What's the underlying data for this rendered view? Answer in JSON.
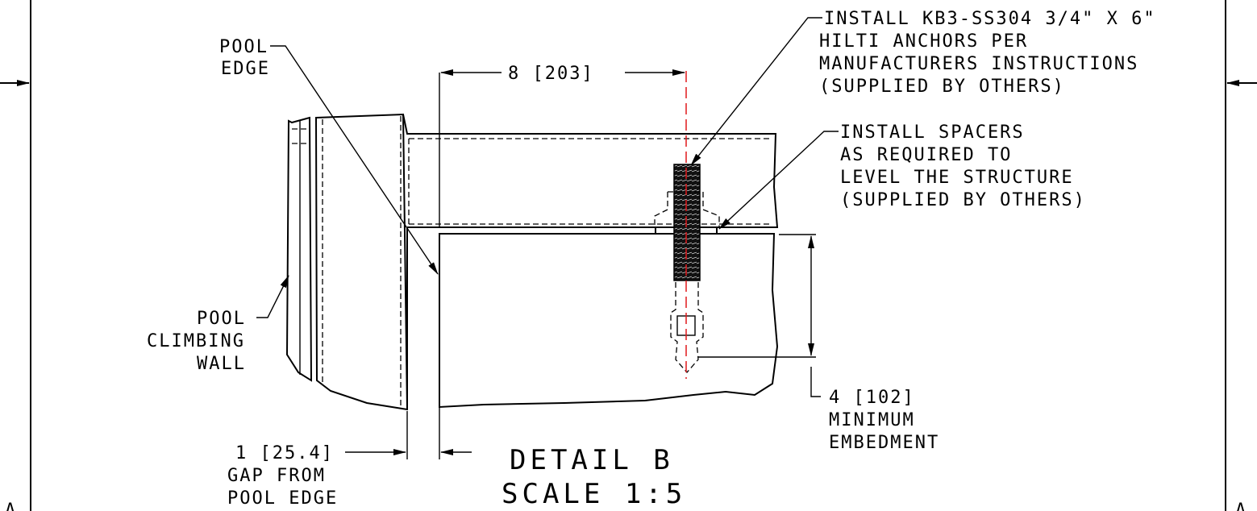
{
  "drawing": {
    "detail_title": "DETAIL B",
    "detail_scale": "SCALE 1:5",
    "sheet_marker_left": "A",
    "sheet_marker_right": "A",
    "labels": {
      "pool_edge": [
        "POOL",
        "EDGE"
      ],
      "pool_climbing_wall": [
        "POOL",
        "CLIMBING",
        "WALL"
      ],
      "anchor_note": [
        "INSTALL KB3-SS304 3/4\" X 6\"",
        "HILTI ANCHORS PER",
        "MANUFACTURERS INSTRUCTIONS",
        "(SUPPLIED BY OTHERS)"
      ],
      "spacer_note": [
        "INSTALL SPACERS",
        "AS REQUIRED TO",
        "LEVEL THE STRUCTURE",
        "(SUPPLIED BY OTHERS)"
      ]
    },
    "dimensions": {
      "anchor_offset": "8 [203]",
      "gap": "1 [25.4]",
      "gap_note": [
        "GAP FROM",
        "POOL EDGE"
      ],
      "embedment": "4 [102]",
      "embedment_note": [
        "MINIMUM",
        "EMBEDMENT"
      ]
    },
    "colors": {
      "line": "#000000",
      "centerline": "#e0191c",
      "background": "#ffffff"
    }
  }
}
